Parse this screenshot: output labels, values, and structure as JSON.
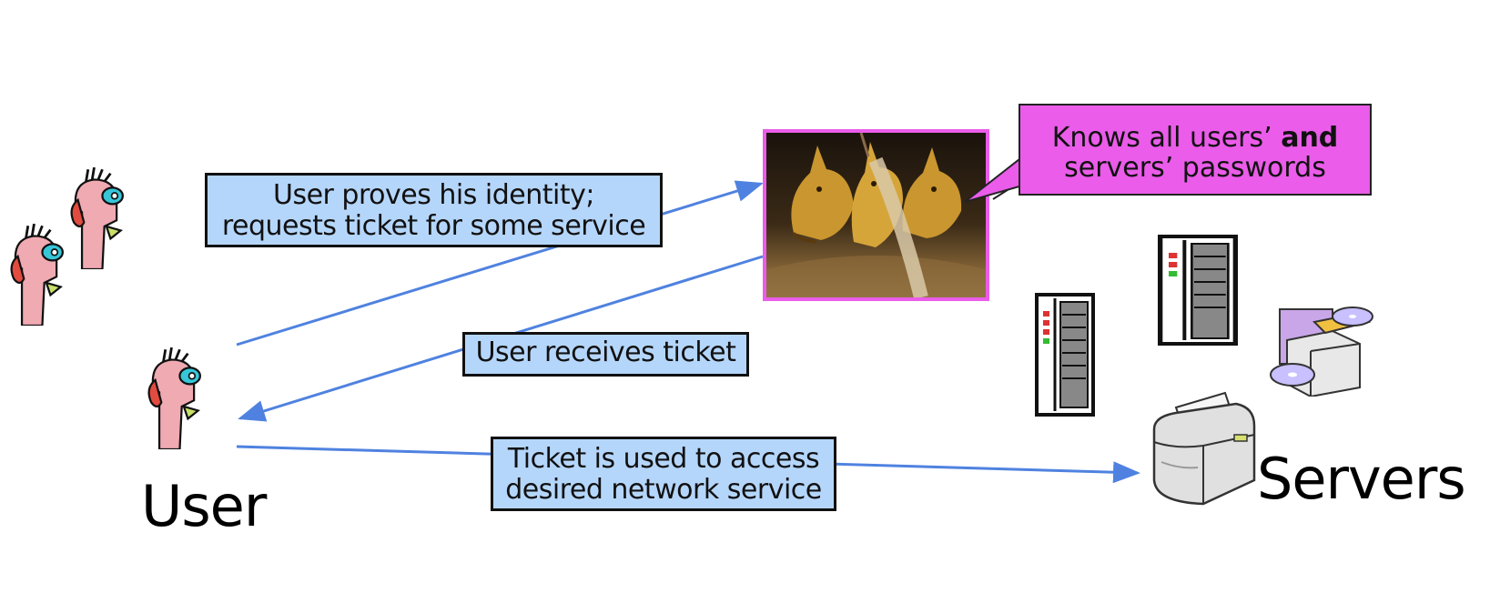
{
  "labels": {
    "step1": [
      "User proves his identity;",
      "requests ticket for some service"
    ],
    "step2": "User receives ticket",
    "step3": [
      "Ticket is used to access",
      "desired network service"
    ],
    "callout_prefix": "Knows all users’ ",
    "callout_bold": "and",
    "callout_line2": "servers’ passwords",
    "user": "User",
    "servers": "Servers"
  },
  "colors": {
    "label_fill": "#b5d6fb",
    "callout_fill": "#ea5ce9",
    "arrow": "#4f82e0",
    "frame": "#ea5ce9"
  },
  "icons": [
    "user-figure-icon",
    "three-headed-dog-image",
    "server-tower-icon",
    "printer-icon",
    "cd-drive-icon"
  ]
}
